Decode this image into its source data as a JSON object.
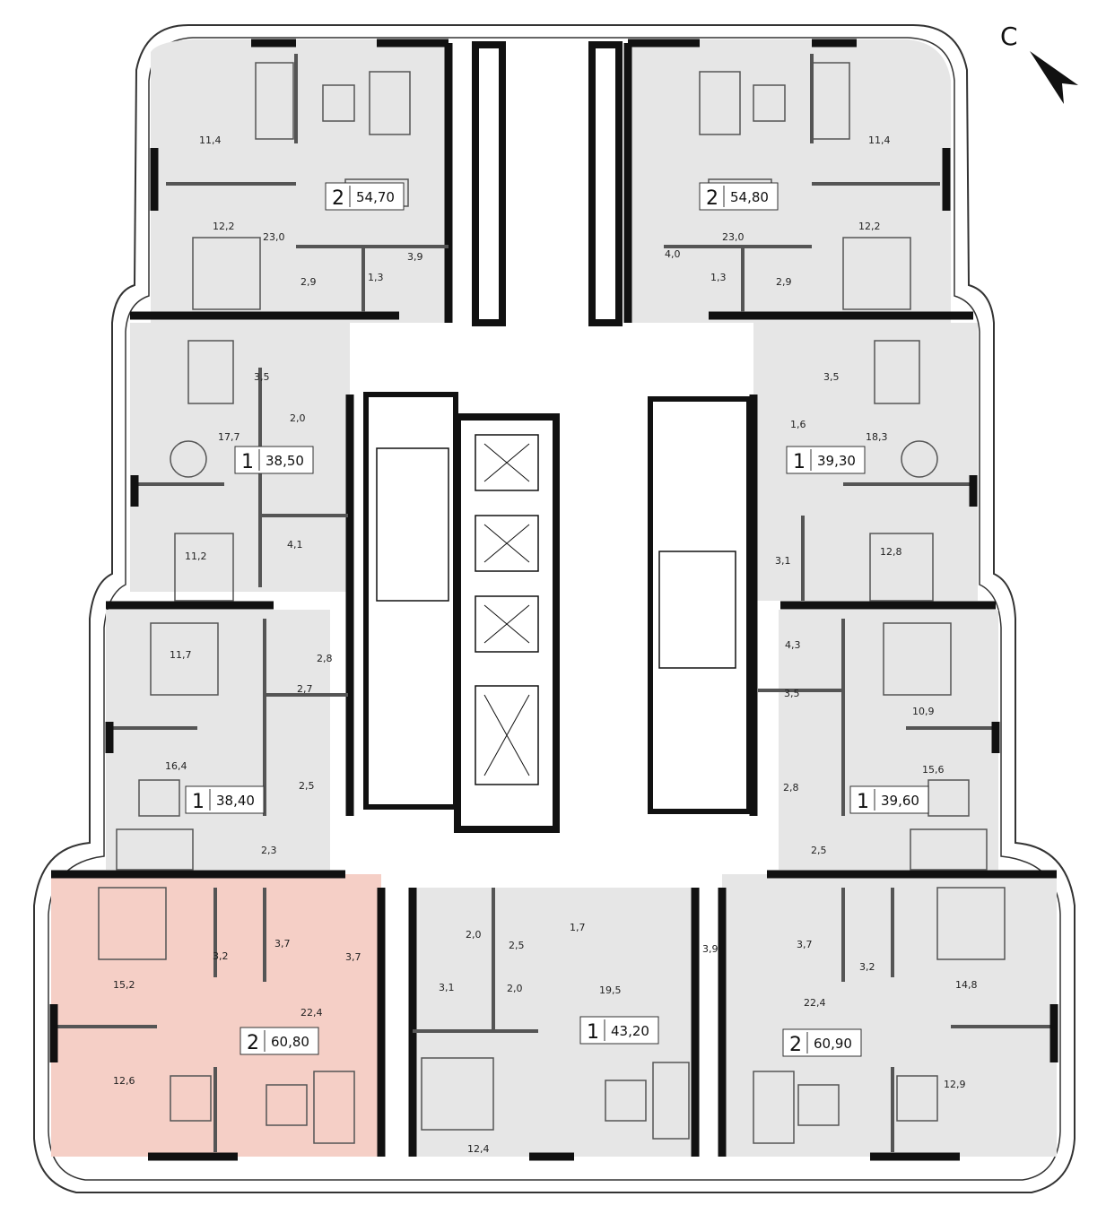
{
  "compass": {
    "letter": "С"
  },
  "colors": {
    "apartment_fill": "#e6e6e6",
    "highlight_fill": "#f5cfc6",
    "wall": "#111111",
    "outline": "#333333",
    "furniture": "#555555",
    "background": "#ffffff"
  },
  "apartments": [
    {
      "id": "nw-2",
      "rooms_count": "2",
      "area": "54,70",
      "highlighted": false
    },
    {
      "id": "ne-2",
      "rooms_count": "2",
      "area": "54,80",
      "highlighted": false
    },
    {
      "id": "w-upper-1",
      "rooms_count": "1",
      "area": "38,50",
      "highlighted": false
    },
    {
      "id": "e-upper-1",
      "rooms_count": "1",
      "area": "39,30",
      "highlighted": false
    },
    {
      "id": "w-lower-1",
      "rooms_count": "1",
      "area": "38,40",
      "highlighted": false
    },
    {
      "id": "e-lower-1",
      "rooms_count": "1",
      "area": "39,60",
      "highlighted": false
    },
    {
      "id": "sw-2",
      "rooms_count": "2",
      "area": "60,80",
      "highlighted": true
    },
    {
      "id": "s-1",
      "rooms_count": "1",
      "area": "43,20",
      "highlighted": false
    },
    {
      "id": "se-2",
      "rooms_count": "2",
      "area": "60,90",
      "highlighted": false
    }
  ],
  "room_areas": [
    "11,4",
    "12,2",
    "23,0",
    "2,9",
    "1,3",
    "3,9",
    "11,4",
    "12,2",
    "23,0",
    "4,0",
    "1,3",
    "2,9",
    "3,5",
    "2,0",
    "17,7",
    "4,1",
    "11,2",
    "3,5",
    "1,6",
    "18,3",
    "3,1",
    "12,8",
    "11,7",
    "2,8",
    "2,7",
    "16,4",
    "2,5",
    "2,3",
    "4,3",
    "3,5",
    "10,9",
    "15,6",
    "2,8",
    "2,5",
    "15,2",
    "3,2",
    "3,7",
    "3,7",
    "22,4",
    "12,6",
    "2,0",
    "2,5",
    "1,7",
    "3,1",
    "2,0",
    "19,5",
    "3,9",
    "12,4",
    "3,7",
    "3,2",
    "22,4",
    "14,8",
    "12,9"
  ]
}
